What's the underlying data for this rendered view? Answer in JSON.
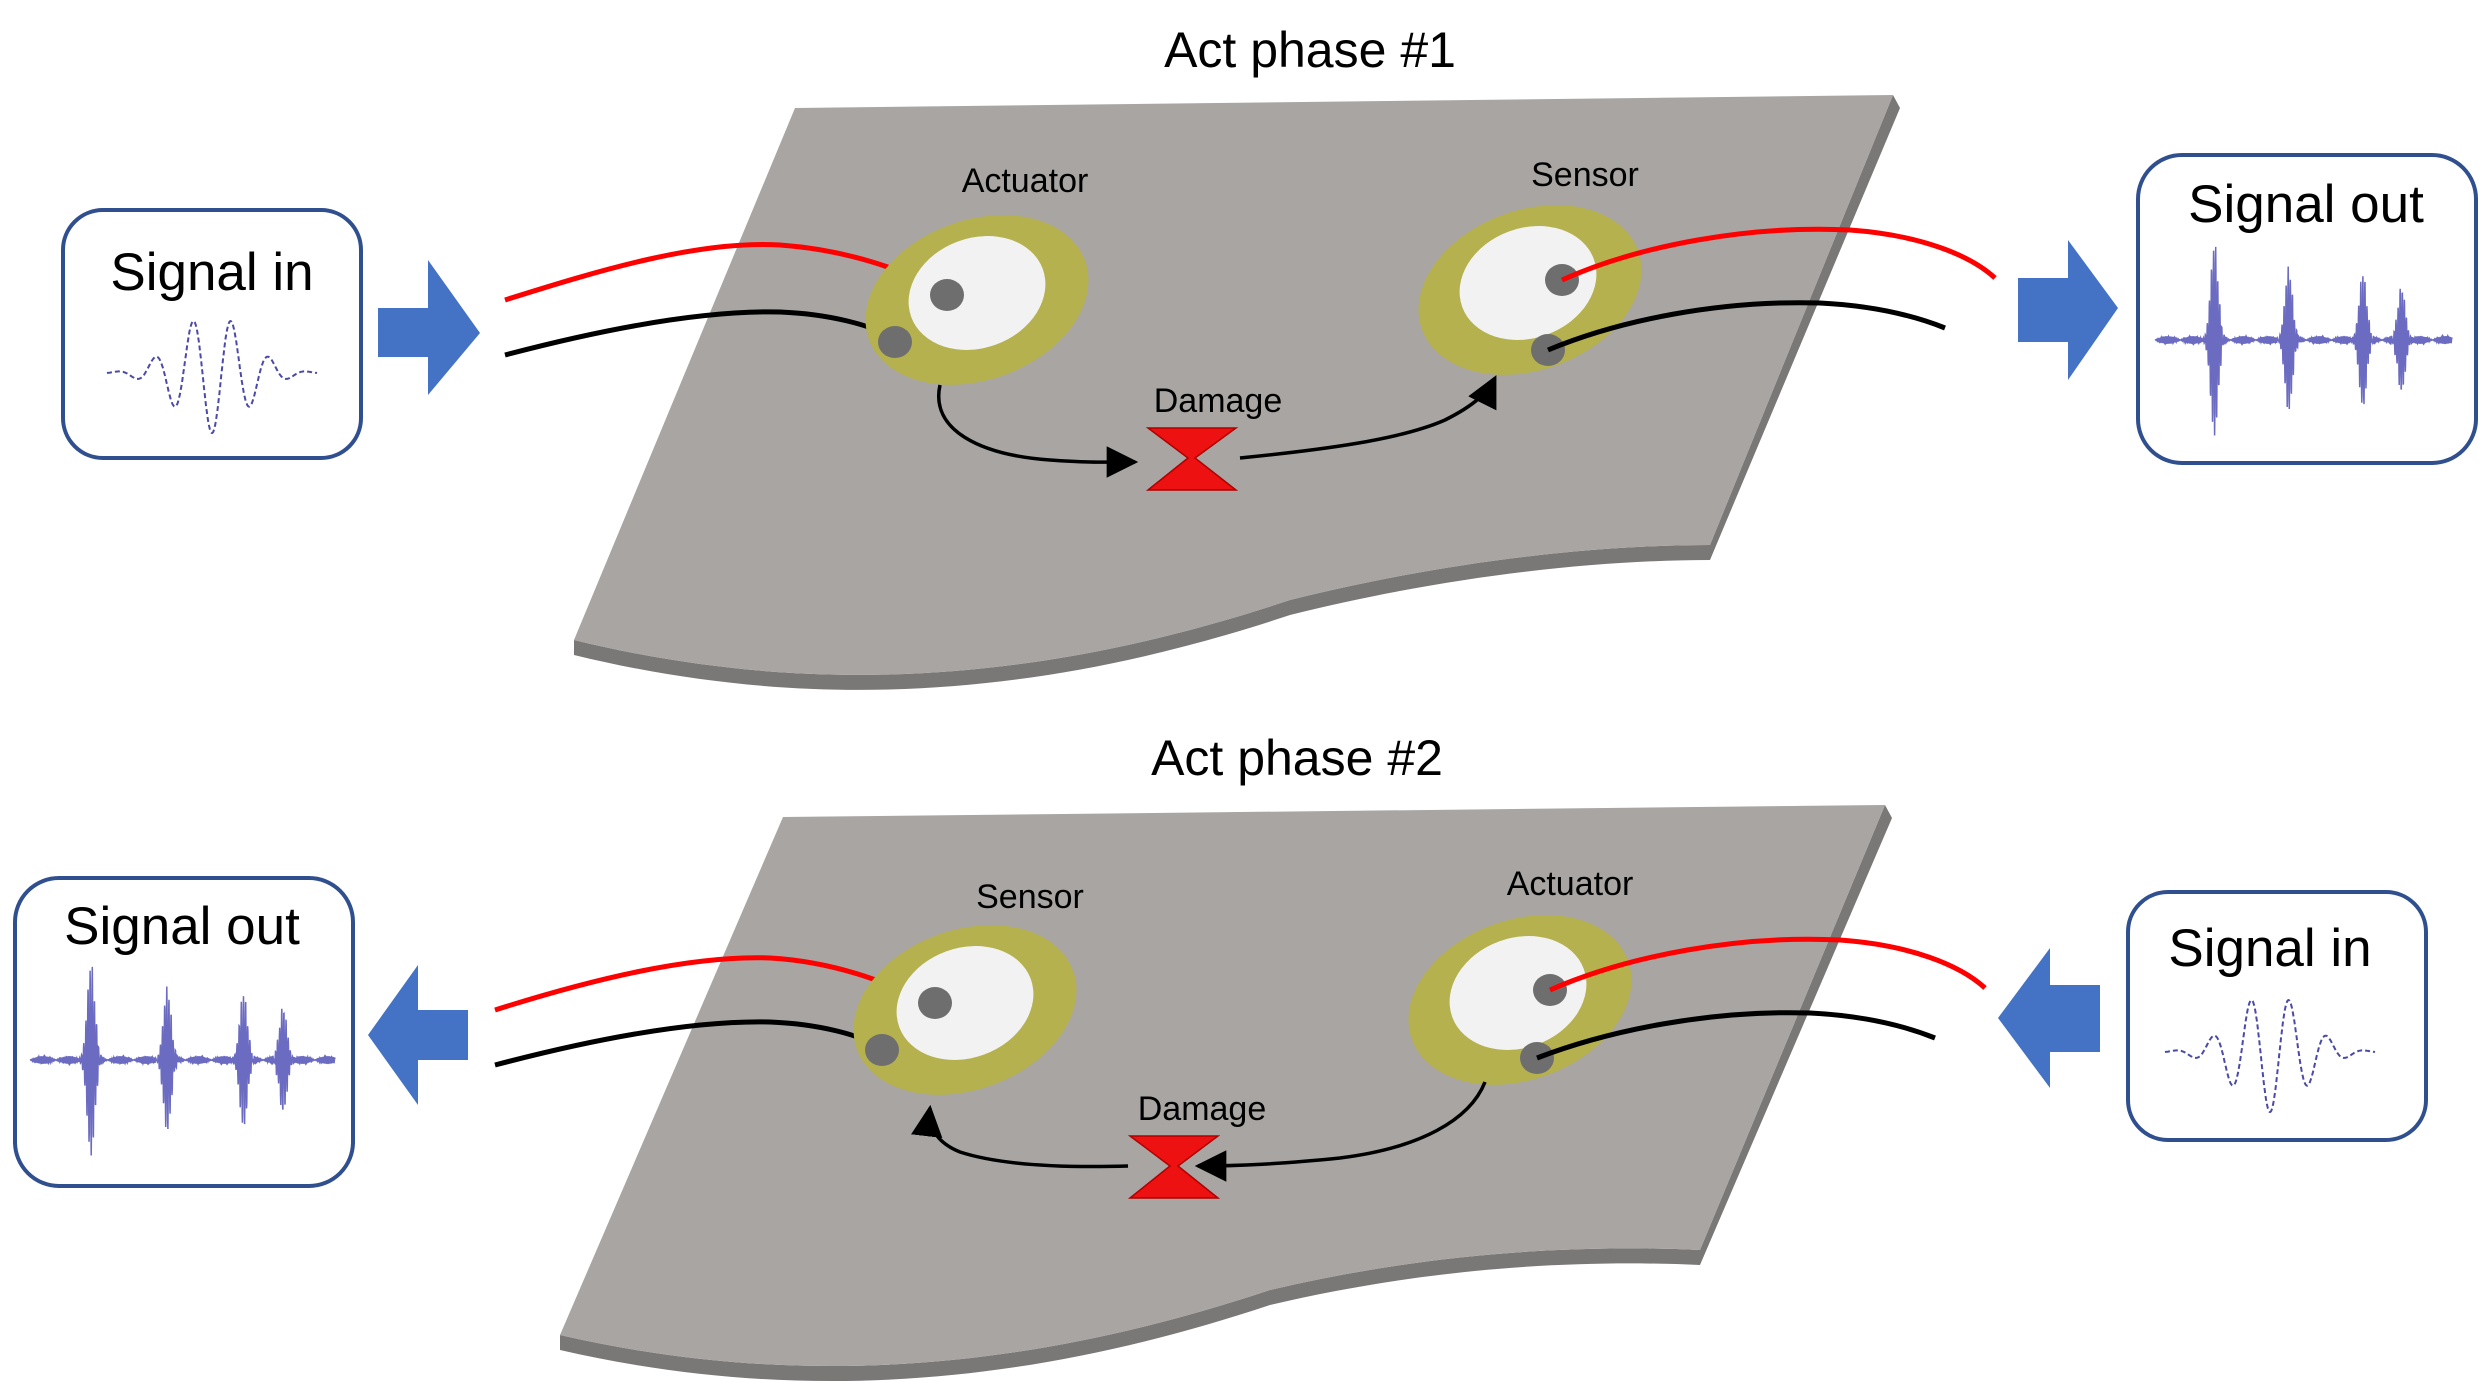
{
  "phases": [
    {
      "title": "Act phase #1",
      "left_box": {
        "title": "Signal in",
        "kind": "in"
      },
      "right_box": {
        "title": "Signal out",
        "kind": "out"
      },
      "left_transducer_label": "Actuator",
      "right_transducer_label": "Sensor",
      "damage_label": "Damage",
      "flow_direction": "left-to-right"
    },
    {
      "title": "Act phase #2",
      "left_box": {
        "title": "Signal out",
        "kind": "out"
      },
      "right_box": {
        "title": "Signal in",
        "kind": "in"
      },
      "left_transducer_label": "Sensor",
      "right_transducer_label": "Actuator",
      "damage_label": "Damage",
      "flow_direction": "right-to-left"
    }
  ],
  "colors": {
    "plate_top": "#a8a5a3",
    "plate_edge": "#7a7877",
    "box_border": "#2f4f8f",
    "arrow_fill": "#4472c4",
    "piezo_ring": "#b5b14e",
    "piezo_center": "#f2f2f2",
    "electrode": "#6e6e6e",
    "wire_red": "#ff0000",
    "wire_black": "#000000",
    "damage": "#ee1111",
    "waveform": "#4a4aa8"
  }
}
